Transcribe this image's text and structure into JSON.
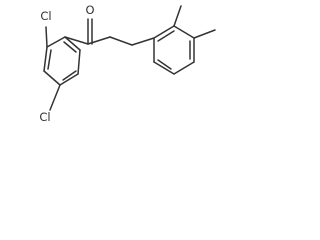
{
  "molecule": {
    "labels": {
      "carbonyl_oxygen": "O",
      "chlorine_top": "Cl",
      "chlorine_bottom": "Cl"
    },
    "colors": {
      "bond": "#333333",
      "text": "#333333",
      "background": "#ffffff"
    }
  }
}
